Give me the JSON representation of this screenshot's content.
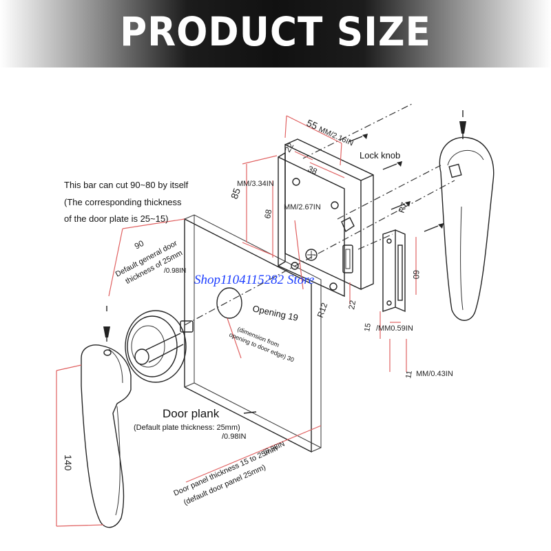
{
  "header": {
    "title": "PRODUCT SIZE"
  },
  "notes": {
    "bar_cut": [
      "This bar can cut 90~80 by itself",
      "(The corresponding thickness",
      "of the door plate is 25~15)"
    ],
    "door_thickness": [
      "Default general door",
      "thickness of 25mm"
    ],
    "door_thickness_in": "/0.98IN",
    "opening": "Opening 19",
    "opening_note": [
      "(dimension from",
      "opening to door edge) 30"
    ],
    "door_plank": "Door plank",
    "plate_thickness": "(Default plate thickness: 25mm)",
    "plate_thickness_in": "/0.98IN",
    "panel_thickness": [
      "Door panel thickness 15 to 25mm",
      "(default door panel 25mm)"
    ],
    "panel_thickness_in": "(0.98IN",
    "lock_knob": "Lock knob"
  },
  "dimensions": {
    "d55": "55",
    "d55_in": "MM/2.16IN",
    "d22_top": "22",
    "d38": "38",
    "d85": "85",
    "d85_in": "MM/3.34IN",
    "d68": "68",
    "d68_in": "MM/2.67IN",
    "d22_side": "22",
    "r12": "R12",
    "r7": "R7",
    "d60": "60",
    "d15": "15",
    "d15_in": "/MM0.59IN",
    "d11": "11",
    "d11_in": "MM/0.43IN",
    "d90": "90",
    "d140": "140"
  },
  "watermark": "Shop1104115282 Store"
}
